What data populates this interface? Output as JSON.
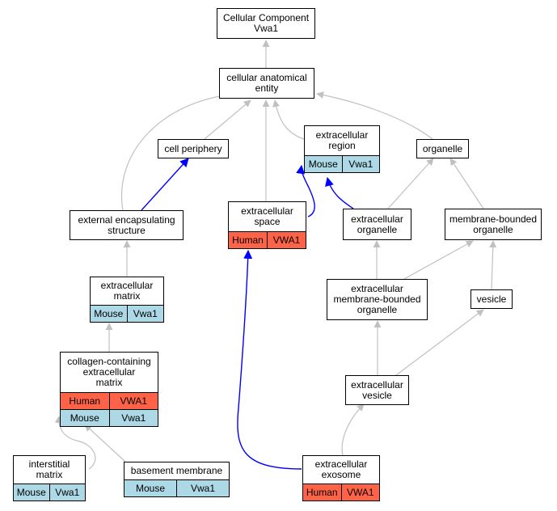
{
  "nodes": {
    "root": {
      "title": "Cellular Component\nVwa1"
    },
    "cae": {
      "title": "cellular anatomical\nentity"
    },
    "cell_periphery": {
      "title": "cell periphery"
    },
    "extracellular_region": {
      "title": "extracellular\nregion",
      "rows": [
        [
          "Mouse",
          "Vwa1"
        ]
      ]
    },
    "organelle": {
      "title": "organelle"
    },
    "external_encapsulating": {
      "title": "external encapsulating\nstructure"
    },
    "extracellular_space": {
      "title": "extracellular\nspace",
      "rows": [
        [
          "Human",
          "VWA1"
        ]
      ]
    },
    "extracellular_organelle": {
      "title": "extracellular\norganelle"
    },
    "membrane_bounded_organelle": {
      "title": "membrane-bounded\norganelle"
    },
    "extracellular_matrix": {
      "title": "extracellular\nmatrix",
      "rows": [
        [
          "Mouse",
          "Vwa1"
        ]
      ]
    },
    "extracellular_mb_organelle": {
      "title": "extracellular\nmembrane-bounded\norganelle"
    },
    "vesicle": {
      "title": "vesicle"
    },
    "collagen_matrix": {
      "title": "collagen-containing\nextracellular\nmatrix",
      "rows": [
        [
          "Human",
          "VWA1"
        ],
        [
          "Mouse",
          "Vwa1"
        ]
      ]
    },
    "extracellular_vesicle": {
      "title": "extracellular\nvesicle"
    },
    "interstitial_matrix": {
      "title": "interstitial\nmatrix",
      "rows": [
        [
          "Mouse",
          "Vwa1"
        ]
      ]
    },
    "basement_membrane": {
      "title": "basement membrane",
      "rows": [
        [
          "Mouse",
          "Vwa1"
        ]
      ]
    },
    "extracellular_exosome": {
      "title": "extracellular\nexosome",
      "rows": [
        [
          "Human",
          "VWA1"
        ]
      ]
    }
  },
  "colors": {
    "human_row": "#ff6347",
    "mouse_row": "#add8e6",
    "is_a_edge": "#c0c0c0",
    "part_of_edge": "#0000ff"
  }
}
